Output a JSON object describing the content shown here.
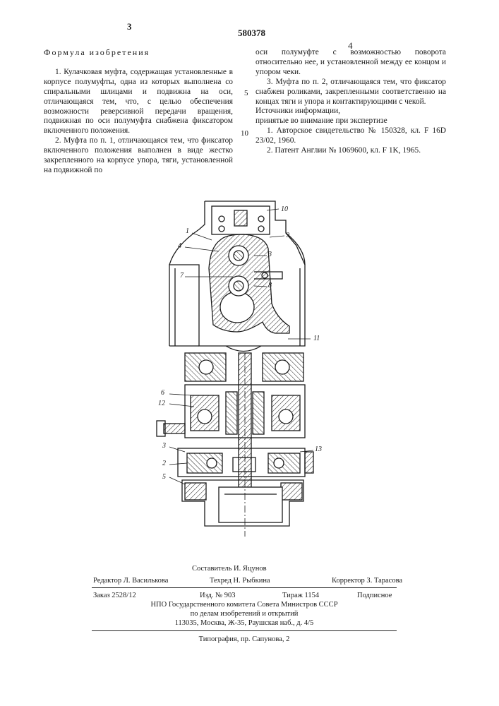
{
  "header": {
    "page_left": "3",
    "patent_number": "580378",
    "page_right": "4"
  },
  "left_column": {
    "heading": "Формула изобретения",
    "paragraphs": [
      "1. Кулачковая муфта, содержащая установленные в корпусе полумуфты, одна из которых выполнена со спиральными шлицами и подвижна на оси, отличающаяся тем, что, с целью обеспечения возможности реверсивной передачи вращения, подвижная по оси полумуфта снабжена фиксатором включенного положения.",
      "2. Муфта по п. 1, отличающаяся тем, что фиксатор включенного положения выполнен в виде жестко закрепленного на корпусе упора, тяги, установленной на подвижной по"
    ]
  },
  "right_column": {
    "paragraphs": [
      "оси полумуфте с возможностью поворота относительно нее, и установленной между ее концом и упором чеки.",
      "3. Муфта по п. 2, отличающаяся тем, что фиксатор снабжен роликами, закрепленными соответственно на концах тяги и упора и контактирующими с чекой."
    ],
    "sources_heading": "Источники информации,",
    "sources_subheading": "принятые во внимание при экспертизе",
    "sources": [
      "1. Авторское свидетельство № 150328, кл. F 16D 23/02, 1960.",
      "2. Патент Англии № 1069600, кл. F 1K, 1965."
    ]
  },
  "line_numbers": [
    "5",
    "10"
  ],
  "figure": {
    "callouts": [
      "10",
      "1",
      "9",
      "4",
      "3",
      "7",
      "8",
      "11",
      "6",
      "12",
      "3",
      "13",
      "2",
      "5"
    ]
  },
  "imprint": {
    "compiler": "Составитель И. Яцунов",
    "editor": "Редактор Л. Василькова",
    "techred": "Техред Н. Рыбкина",
    "corrector": "Корректор З. Тарасова",
    "order": "Заказ 2528/12",
    "izd": "Изд. № 903",
    "tirazh": "Тираж 1154",
    "podpisnoe": "Подписное",
    "npo": "НПО Государственного комитета Совета Министров СССР",
    "affairs": "по делам изобретений и открытий",
    "address": "113035, Москва, Ж-35, Раушская наб., д. 4/5",
    "typography": "Типография, пр. Сапунова, 2"
  }
}
